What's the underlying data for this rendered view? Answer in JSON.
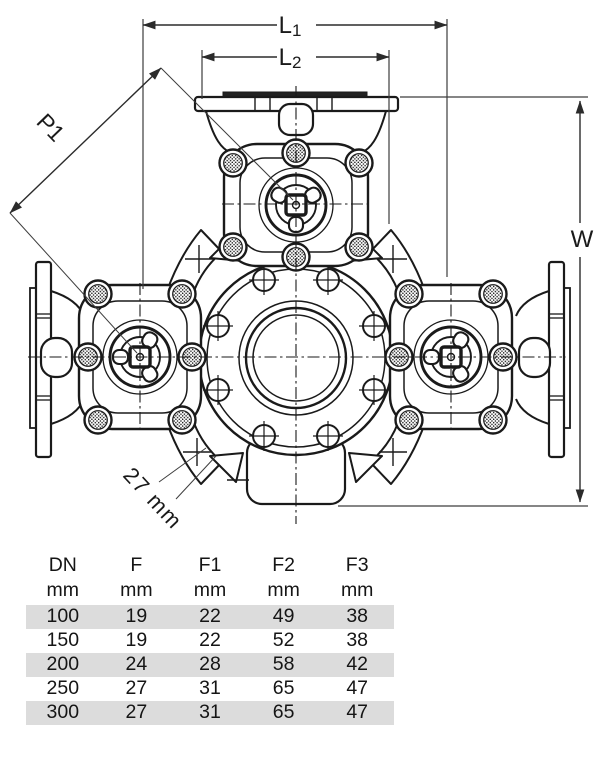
{
  "diagram": {
    "dimensions": {
      "l1": {
        "base": "L",
        "sub": "1"
      },
      "l2": {
        "base": "L",
        "sub": "2"
      },
      "p1": "P1",
      "w": "W",
      "wrench": "27 mm"
    },
    "colors": {
      "line": "#1a1a1a",
      "dimension_line": "#3d3d3d",
      "table_stripe": "#dcdcdc"
    }
  },
  "table": {
    "headers": [
      "DN",
      "F",
      "F1",
      "F2",
      "F3"
    ],
    "units": [
      "mm",
      "mm",
      "mm",
      "mm",
      "mm"
    ],
    "rows": [
      {
        "dn": "100",
        "f": "19",
        "f1": "22",
        "f2": "49",
        "f3": "38"
      },
      {
        "dn": "150",
        "f": "19",
        "f1": "22",
        "f2": "52",
        "f3": "38"
      },
      {
        "dn": "200",
        "f": "24",
        "f1": "28",
        "f2": "58",
        "f3": "42"
      },
      {
        "dn": "250",
        "f": "27",
        "f1": "31",
        "f2": "65",
        "f3": "47"
      },
      {
        "dn": "300",
        "f": "27",
        "f1": "31",
        "f2": "65",
        "f3": "47"
      }
    ]
  }
}
